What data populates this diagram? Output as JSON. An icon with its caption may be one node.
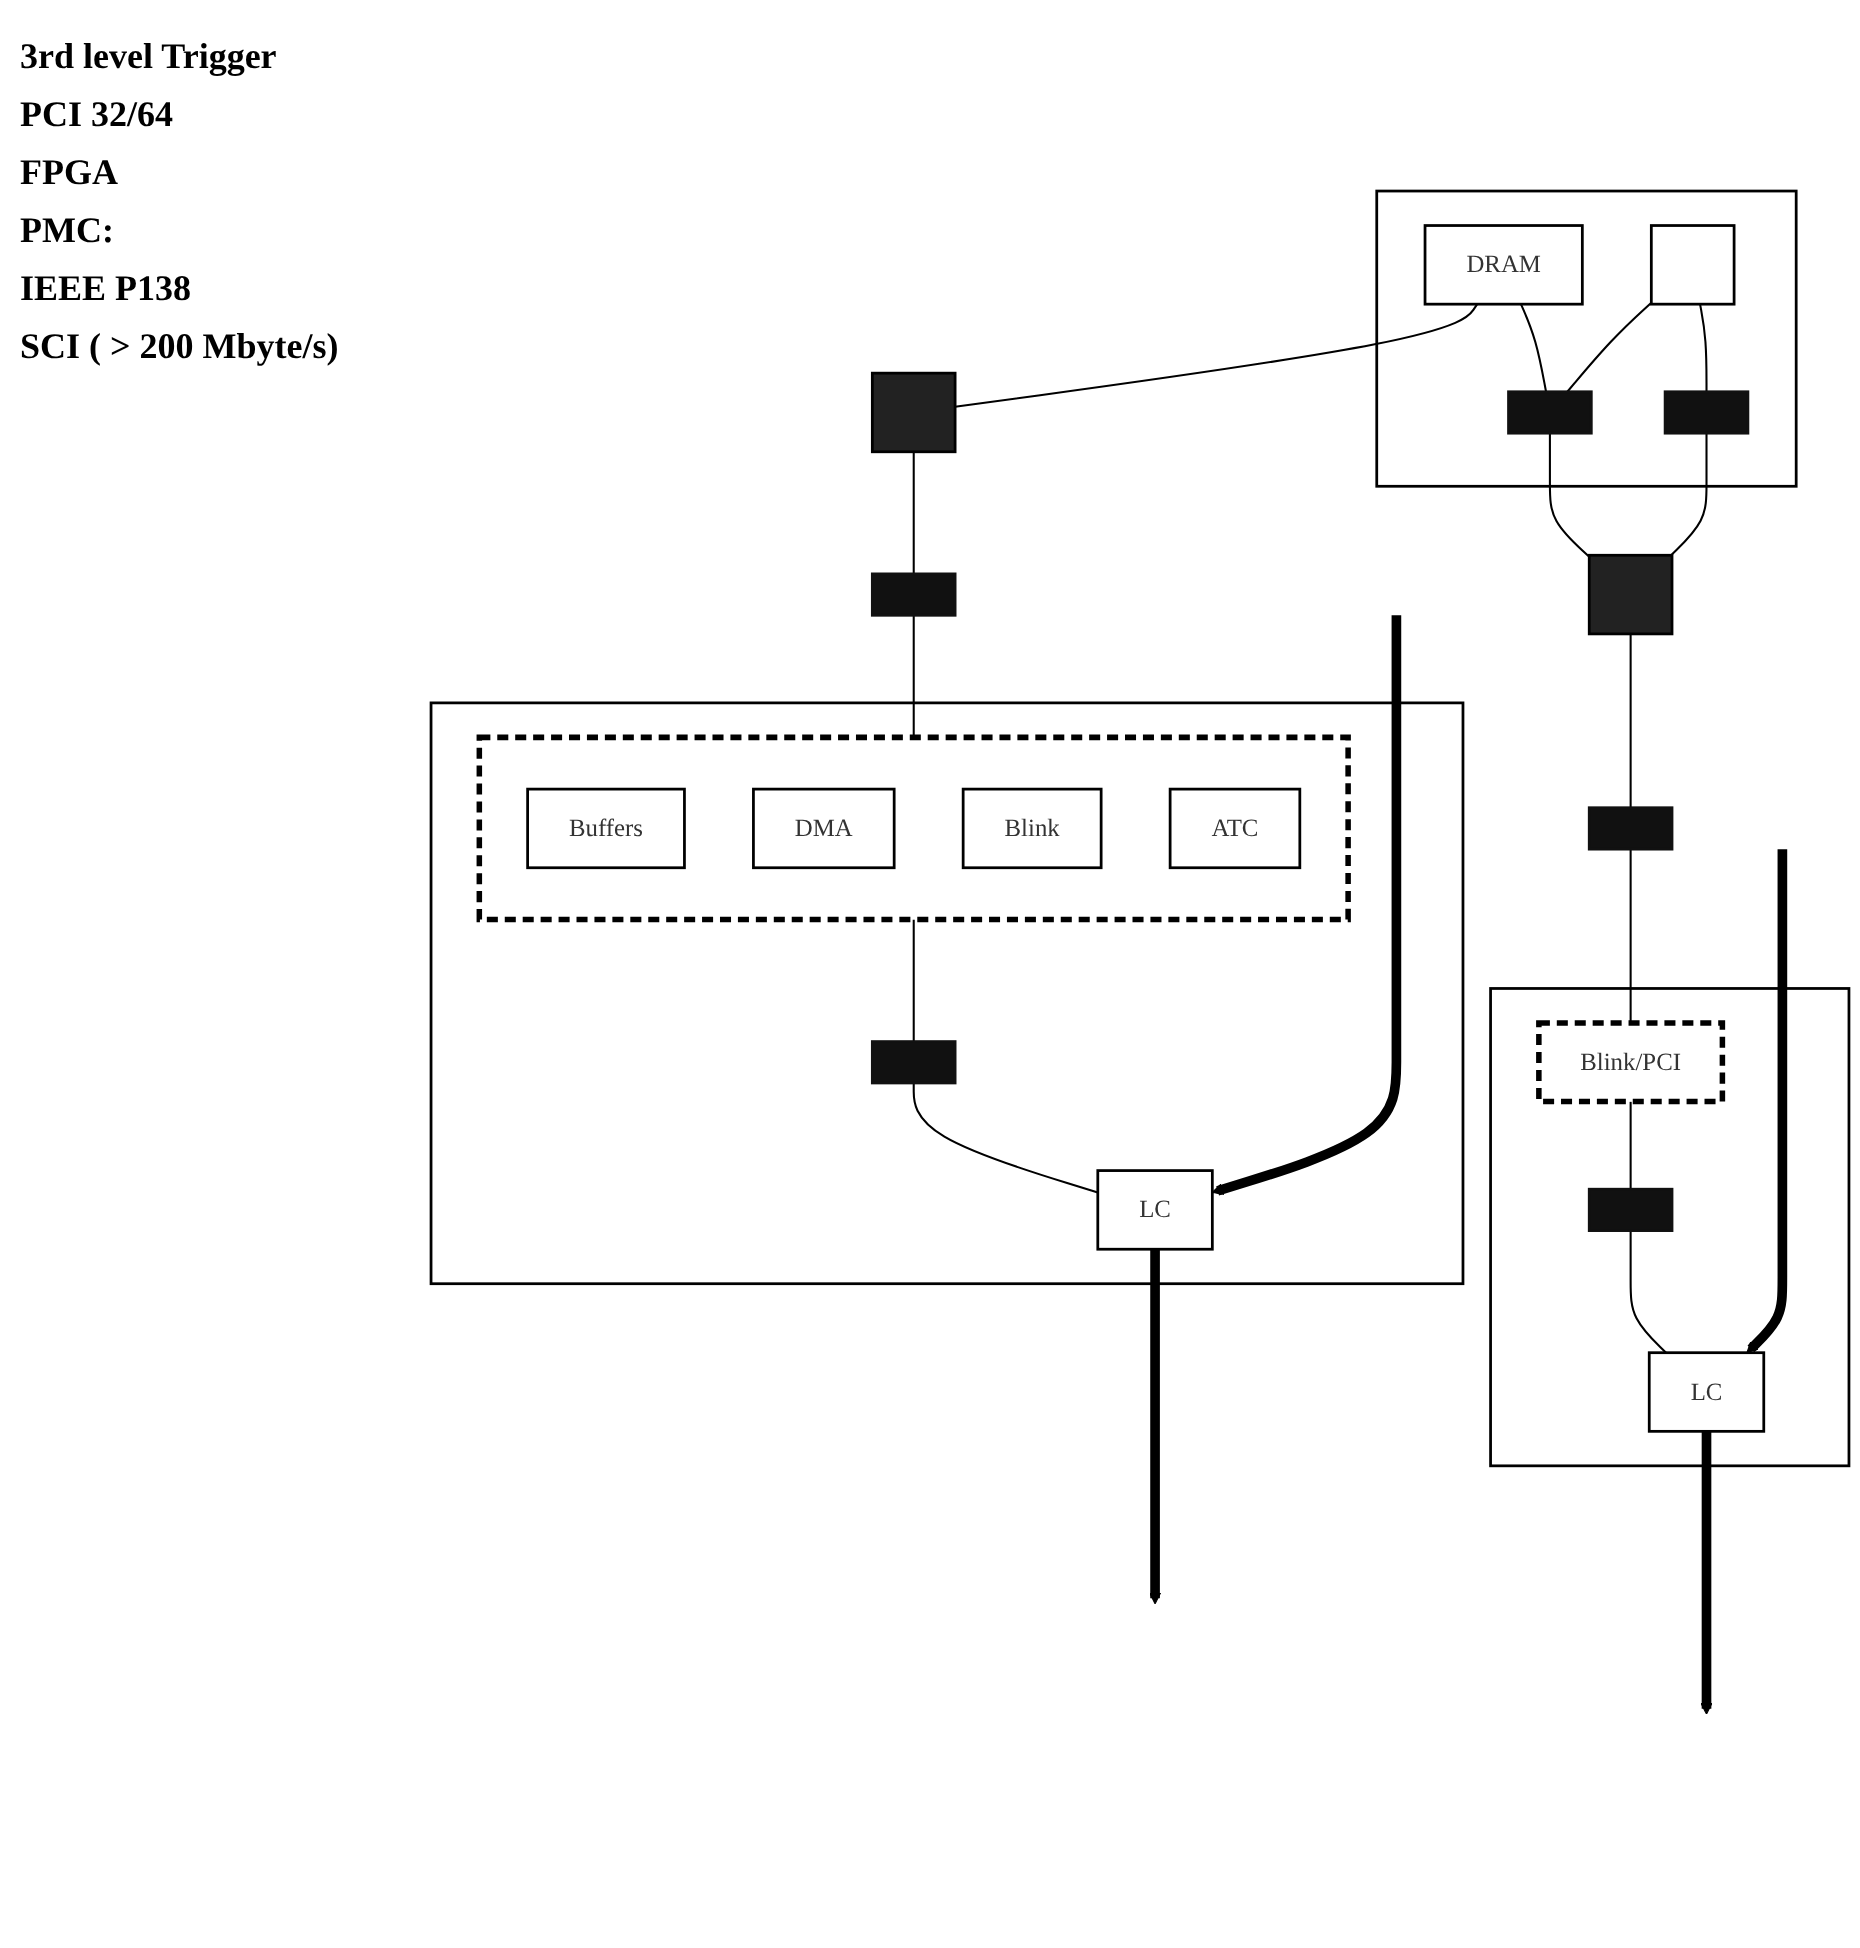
{
  "diagram": {
    "nodes": [
      {
        "text": [],
        "shape": "box"
      },
      {
        "text": [
          "DRAM"
        ],
        "in": 0
      },
      {
        "text": [],
        "shape": "box",
        "in": 0
      },
      {
        "text": [],
        "shape": "bar",
        "in": 0
      },
      {
        "text": [],
        "shape": "bar",
        "in": 0
      },
      {
        "text": [],
        "shape": "box"
      },
      {
        "text": [],
        "shape": "box"
      },
      {
        "text": [],
        "shape": "bar"
      },
      {
        "text": [],
        "shape": "bar"
      },
      {
        "text": [],
        "shape": "box"
      },
      {
        "text": [],
        "shape": "box",
        "in": 9
      },
      {
        "text": [
          "Buffers"
        ],
        "in": 10
      },
      {
        "text": [
          "DMA"
        ],
        "in": 10
      },
      {
        "text": [
          "Blink"
        ],
        "in": 10
      },
      {
        "text": [
          "ATC"
        ],
        "in": 10
      },
      {
        "text": [],
        "shape": "bar",
        "in": 9
      },
      {
        "text": [
          "LC"
        ],
        "in": 9
      },
      {
        "text": [],
        "shape": "box"
      },
      {
        "text": [
          "Blink/PCI"
        ],
        "in": 17
      },
      {
        "text": [],
        "shape": "bar",
        "in": 17
      },
      {
        "text": [
          "LC"
        ],
        "in": 17
      }
    ],
    "edges": [
      {
        "from": 1,
        "to": 3,
        "arrow": "none"
      },
      {
        "from": 2,
        "to": 3,
        "arrow": "none"
      },
      {
        "from": 2,
        "to": 4,
        "arrow": "none"
      },
      {
        "from": 1,
        "to": 5,
        "arrow": "none"
      },
      {
        "from": 3,
        "to": 6,
        "arrow": "none"
      },
      {
        "from": 4,
        "to": 6,
        "arrow": "none"
      },
      {
        "from": 5,
        "to": 7,
        "arrow": "none"
      },
      {
        "from": 7,
        "to": 10,
        "arrow": "none"
      },
      {
        "from": 10,
        "to": 15,
        "arrow": "none"
      },
      {
        "from": 15,
        "to": 16,
        "arrow": "none"
      },
      {
        "from": 6,
        "to": 8,
        "arrow": "none"
      },
      {
        "from": 8,
        "to": 18,
        "arrow": "none"
      },
      {
        "from": 18,
        "to": 19,
        "arrow": "none"
      },
      {
        "from": 19,
        "to": 20,
        "arrow": "none"
      },
      {
        "from": null,
        "to": 16,
        "arrow": "to",
        "style": "thick"
      },
      {
        "from": 16,
        "to": null,
        "arrow": "to",
        "style": "thick"
      },
      {
        "from": null,
        "to": 20,
        "arrow": "to",
        "style": "thick"
      },
      {
        "from": 20,
        "to": null,
        "arrow": "to",
        "style": "thick"
      }
    ],
    "labels": [
      "3rd level Trigger",
      "PCI 32/64",
      "FPGA",
      "PMC:",
      "IEEE P138",
      "SCI ( > 200 Mbyte/s)"
    ]
  }
}
